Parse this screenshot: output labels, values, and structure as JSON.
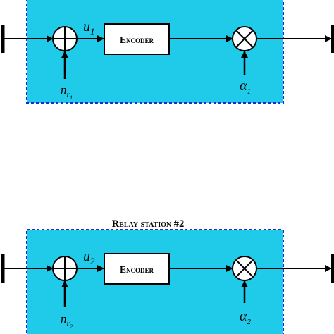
{
  "colors": {
    "panel_fill": "#1fcbe9",
    "panel_border": "#1a2bd6",
    "line": "#000000",
    "block_fill": "#ffffff"
  },
  "relay_1": {
    "title": "",
    "encoder_label": "Encoder",
    "signal_symbol": "u",
    "signal_subscript": "1",
    "noise_symbol": "n",
    "noise_subscript_base": "r",
    "noise_subscript_index": "1",
    "gain_symbol": "α",
    "gain_subscript": "1",
    "adder_icon": "circle-plus-icon",
    "multiplier_icon": "circle-times-icon"
  },
  "relay_2": {
    "title": "Relay station #2",
    "encoder_label": "Encoder",
    "signal_symbol": "u",
    "signal_subscript": "2",
    "noise_symbol": "n",
    "noise_subscript_base": "r",
    "noise_subscript_index": "2",
    "gain_symbol": "α",
    "gain_subscript": "2",
    "adder_icon": "circle-plus-icon",
    "multiplier_icon": "circle-times-icon"
  }
}
